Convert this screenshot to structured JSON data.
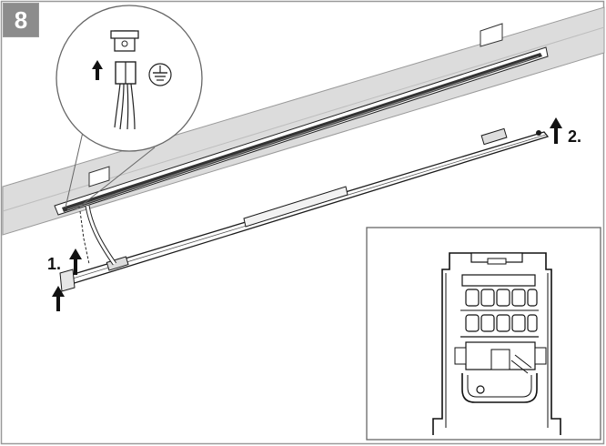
{
  "step_number": "8",
  "labels": {
    "step1": "1.",
    "step2": "2."
  },
  "colors": {
    "frame": "#999999",
    "ceiling": "#dcdcdc",
    "ceiling_edge": "#9a9a9a",
    "badge": "#8c8c8c",
    "line": "#1a1a1a"
  },
  "icons": [
    "connector-clip-icon",
    "terminal-block-icon",
    "ground-symbol-icon",
    "up-arrow-icon"
  ]
}
